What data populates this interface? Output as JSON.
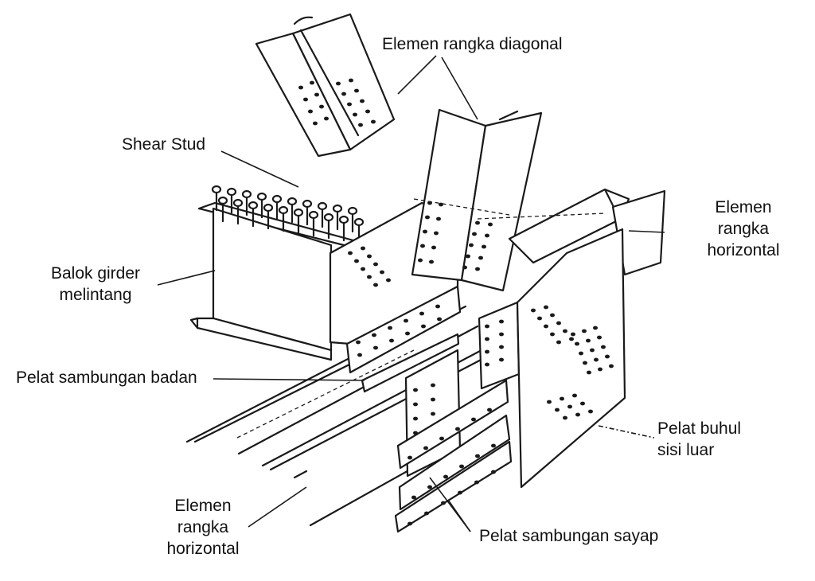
{
  "labels": {
    "diagonal": "Elemen rangka diagonal",
    "shear_stud": "Shear Stud",
    "horizontal_right": [
      "Elemen",
      "rangka",
      "horizontal"
    ],
    "girder": [
      "Balok girder",
      "melintang"
    ],
    "web_plate": "Pelat sambungan badan",
    "gusset": [
      "Pelat buhul",
      "sisi luar"
    ],
    "horizontal_bottom": [
      "Elemen",
      "rangka",
      "horizontal"
    ],
    "flange_plate": "Pelat sambungan sayap"
  }
}
